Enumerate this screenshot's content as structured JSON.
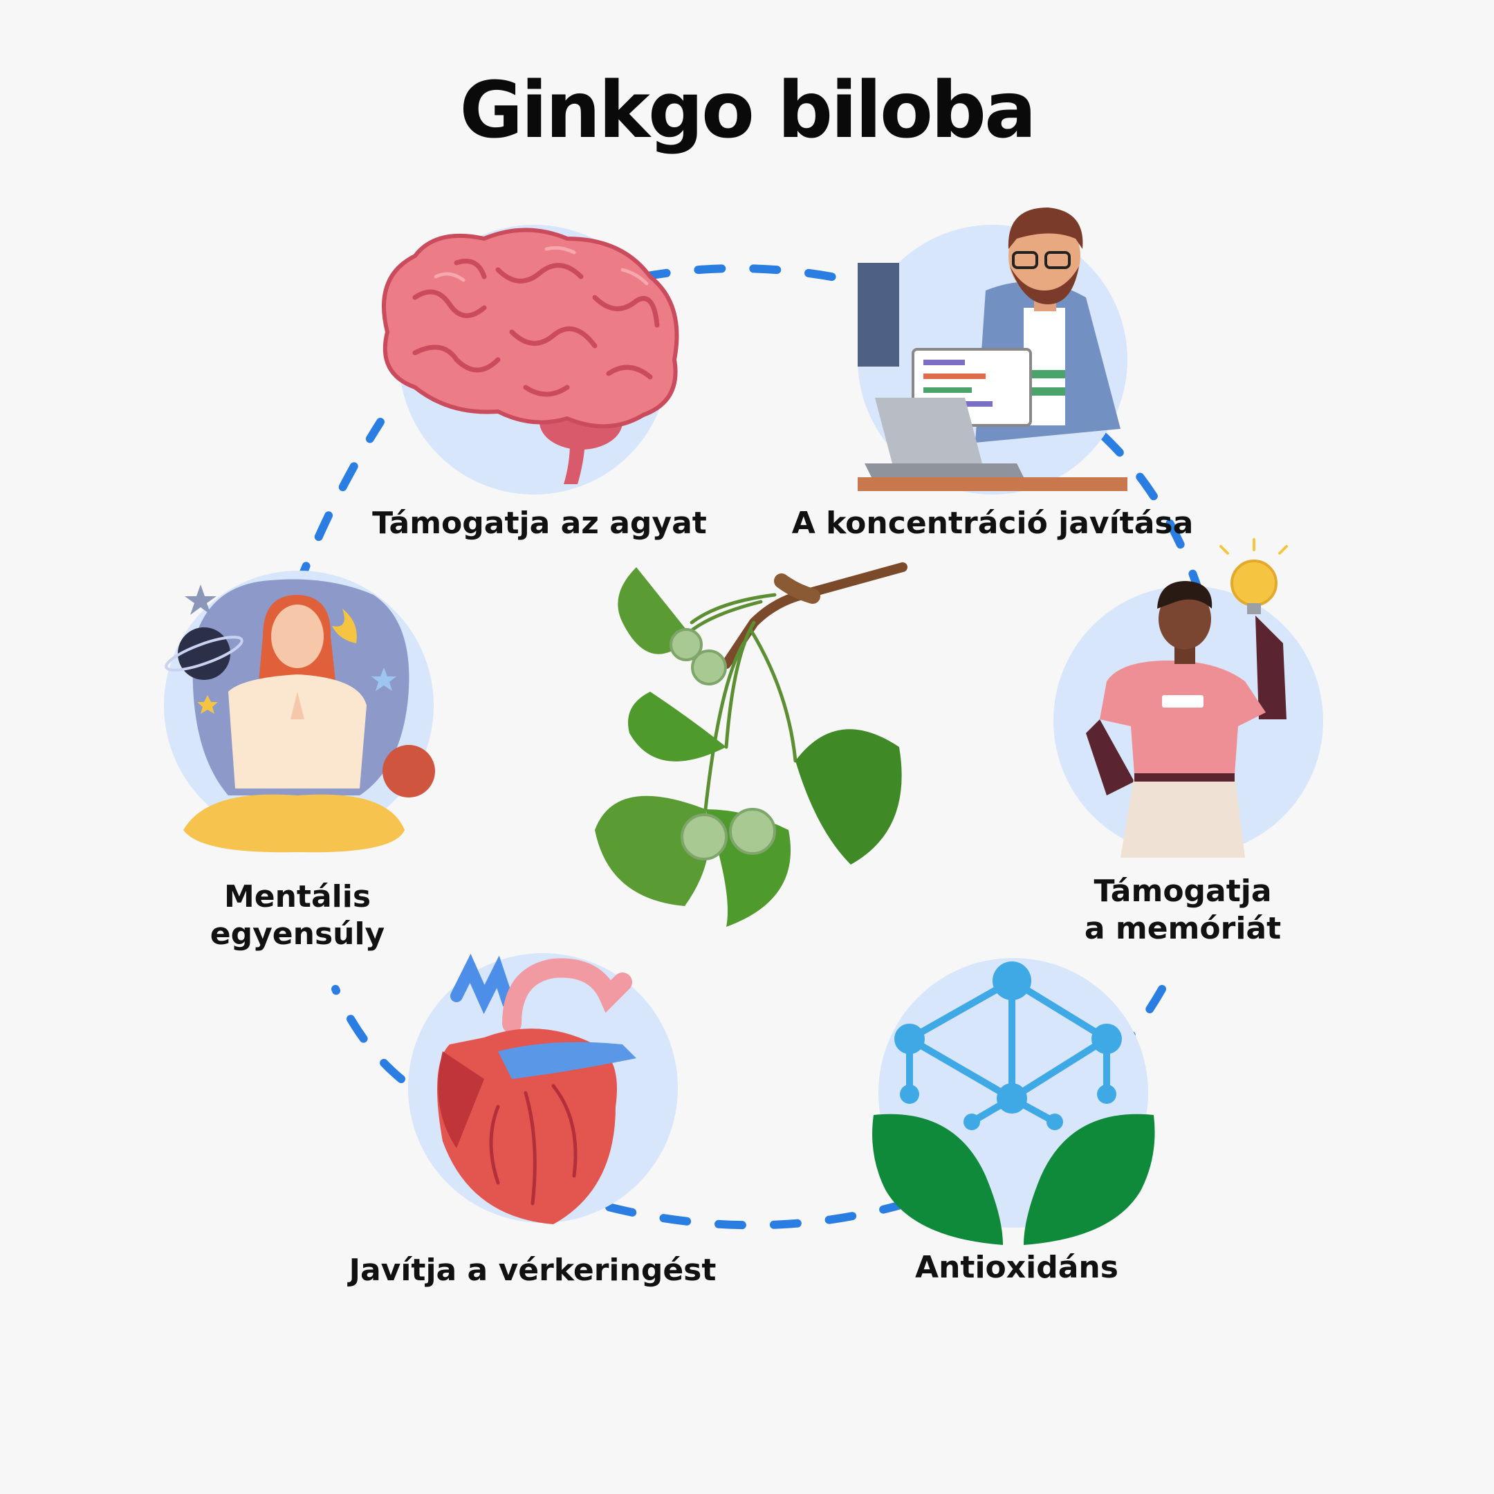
{
  "title": "Ginkgo biloba",
  "colors": {
    "background": "#f7f7f7",
    "circle_fill": "#d7e6fa",
    "dash": "#2a7de1",
    "leaf": "#4f9a2c",
    "brain": "#e8727c",
    "heart": "#e24e4a",
    "molecule": "#3fa9e5",
    "leaf_icon": "#0f8a3a"
  },
  "benefits": [
    {
      "id": "brain",
      "label": "Támogatja az agyat",
      "icon": "brain-icon"
    },
    {
      "id": "focus",
      "label": "A koncentráció javítása",
      "icon": "man-at-laptop-icon"
    },
    {
      "id": "memory",
      "label_lines": [
        "Támogatja",
        "a memóriát"
      ],
      "icon": "man-with-lightbulb-icon"
    },
    {
      "id": "antioxidant",
      "label": "Antioxidáns",
      "icon": "molecule-leaves-icon"
    },
    {
      "id": "circulation",
      "label": "Javítja a vérkeringést",
      "icon": "heart-icon"
    },
    {
      "id": "mental",
      "label_lines": [
        "Mentális",
        "egyensúly"
      ],
      "icon": "meditating-woman-icon"
    }
  ],
  "center_icon": "ginkgo-branch-icon"
}
